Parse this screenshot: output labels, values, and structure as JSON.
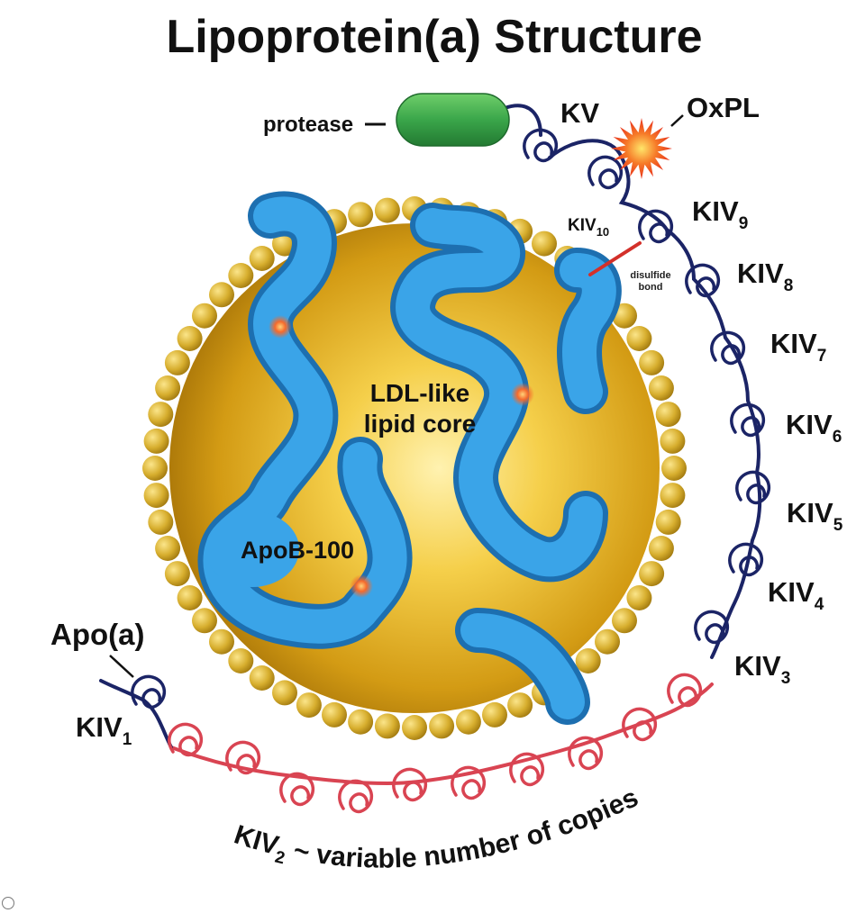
{
  "title": "Lipoprotein(a) Structure",
  "labels": {
    "protease": "protease",
    "kv": "KV",
    "oxpl": "OxPL",
    "kiv": "KIV",
    "disulfide_line1": "disulfide",
    "disulfide_line2": "bond",
    "core_line1": "LDL-like",
    "core_line2": "lipid core",
    "apob": "ApoB-100",
    "apoa": "Apo(a)",
    "kiv2_rest": " ~ variable number of copies"
  },
  "kiv_subscripts": {
    "kiv1": "1",
    "kiv2": "2",
    "kiv3": "3",
    "kiv4": "4",
    "kiv5": "5",
    "kiv6": "6",
    "kiv7": "7",
    "kiv8": "8",
    "kiv9": "9",
    "kiv10": "10"
  },
  "colors": {
    "kringle_navy": "#1b2466",
    "kringle_red": "#d94452",
    "protease_green": "#3aa64a",
    "apob_blue": "#2f8fd4",
    "core_gold": "#d8a21a",
    "bead_gold": "#d7ae2e",
    "oxpl_orange": "#f6702a"
  }
}
